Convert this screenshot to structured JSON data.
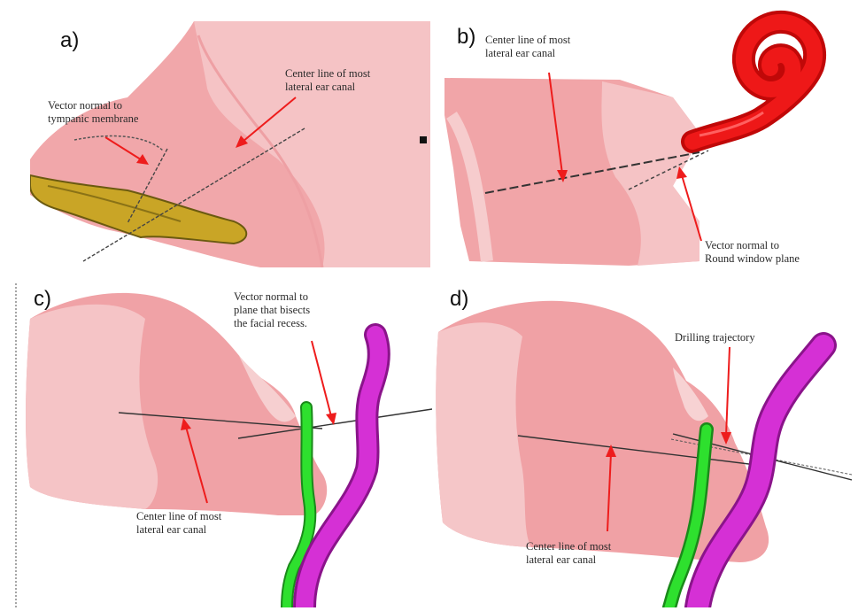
{
  "panels": {
    "a": {
      "label": "a)",
      "annotations": {
        "center_line_1": "Center line of most",
        "center_line_2": "lateral ear canal",
        "vector_tm_1": "Vector normal to",
        "vector_tm_2": "tympanic membrane"
      }
    },
    "b": {
      "label": "b)",
      "annotations": {
        "center_line_1": "Center line of most",
        "center_line_2": "lateral ear canal",
        "vector_rw_1": "Vector normal to",
        "vector_rw_2": "Round window plane"
      }
    },
    "c": {
      "label": "c)",
      "annotations": {
        "vector_fr_1": "Vector normal to",
        "vector_fr_2": "plane that bisects",
        "vector_fr_3": "the facial recess.",
        "center_line_1": "Center line of most",
        "center_line_2": "lateral ear canal"
      }
    },
    "d": {
      "label": "d)",
      "annotations": {
        "drilling": "Drilling trajectory",
        "center_line_1": "Center line of most",
        "center_line_2": "lateral ear canal"
      }
    }
  },
  "colors": {
    "tissue": "#f2a3a7",
    "tissue_light": "#f6c9cb",
    "tissue_dark": "#ec8f95",
    "arrow": "#ee1c1c",
    "cochlea": "#e01010",
    "tympanic_membrane": "#c8a820",
    "facial_nerve": "#22dd22",
    "chorda_vessel": "#cc22cc"
  }
}
